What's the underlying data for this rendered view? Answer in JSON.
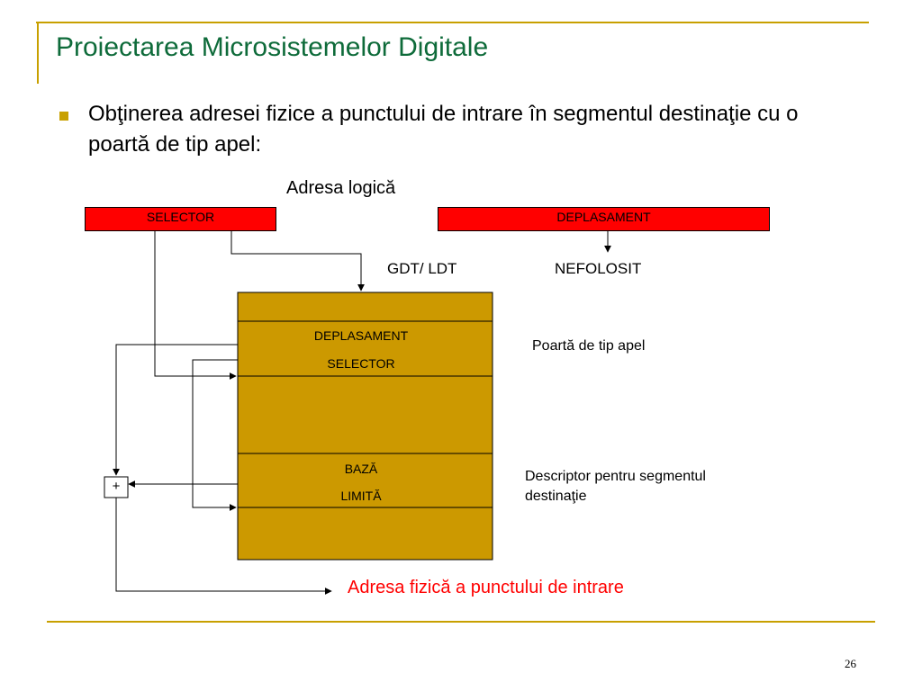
{
  "slide": {
    "title": "Proiectarea Microsistemelor Digitale",
    "bullet": "Obţinerea adresei fizice a punctului de intrare în segmentul destinaţie cu o poartă de tip apel:",
    "page_number": "26"
  },
  "diagram": {
    "logical_address_label": "Adresa logică",
    "selector_bar": "SELECTOR",
    "offset_bar": "DEPLASAMENT",
    "table_label": "GDT/ LDT",
    "unused_label": "NEFOLOSIT",
    "gate_offset": "DEPLASAMENT",
    "gate_selector": "SELECTOR",
    "gate_label": "Poartă de tip apel",
    "desc_base": "BAZĂ",
    "desc_limit": "LIMITĂ",
    "desc_label_line1": "Descriptor pentru segmentul",
    "desc_label_line2": "destinaţie",
    "adder_symbol": "+",
    "result_label": "Adresa fizică a punctului de intrare"
  },
  "colors": {
    "title": "#0e6b3a",
    "accent_lines": "#c8a000",
    "table_fill": "#cc9900",
    "bar_fill": "#ff0000",
    "result_text": "#ff0000"
  }
}
